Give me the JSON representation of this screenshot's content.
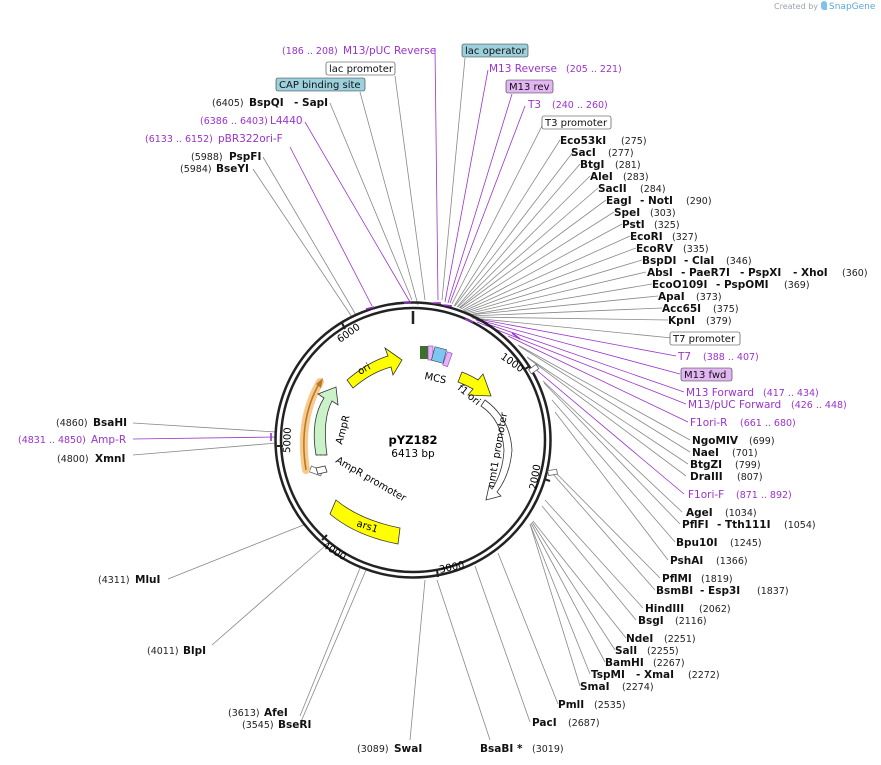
{
  "watermark": {
    "created_by": "Created by",
    "brand": "SnapGene"
  },
  "plasmid": {
    "name": "pYZ182",
    "size_label": "6413 bp"
  },
  "ticks": [
    "1000",
    "2000",
    "3000",
    "4000",
    "5000",
    "6000"
  ],
  "features": {
    "ori": "ori",
    "mcs": "MCS",
    "f1ori": "f1 ori",
    "nmt1": "nmt1 promoter",
    "ampr": "AmpR",
    "ampr_promoter": "AmpR promoter",
    "ars1": "ars1"
  },
  "colors": {
    "backbone": "#222222",
    "promoter_fill": "#ffffff",
    "yellow": "#ffff00",
    "ampr": "#c9f2c8",
    "purple_text": "#9a33cc",
    "box_blue": "#9bd0dc",
    "box_purple": "#e2b6f3",
    "orange_glow": "#f2a23a"
  },
  "labels": {
    "l_m13puc_rev": {
      "pos": "(186 .. 208)",
      "name": "M13/pUC Reverse"
    },
    "l_lac_operator": {
      "name": "lac operator"
    },
    "l_lac_promoter": {
      "name": "lac promoter"
    },
    "l_m13_reverse": {
      "name": "M13 Reverse",
      "pos": "(205 .. 221)"
    },
    "l_cap": {
      "name": "CAP binding site"
    },
    "l_m13_rev": {
      "name": "M13 rev"
    },
    "l_bspqi": {
      "pos": "(6405)",
      "name": "BspQI",
      "name2": "SapI"
    },
    "l_t3": {
      "name": "T3",
      "pos": "(240 .. 260)"
    },
    "l_l4440": {
      "pos": "(6386 .. 6403)",
      "name": "L4440"
    },
    "l_t3_promoter": {
      "name": "T3 promoter"
    },
    "l_eco53ki": {
      "name": "Eco53kI",
      "pos": "(275)"
    },
    "l_pbr322": {
      "pos": "(6133 .. 6152)",
      "name": "pBR322ori-F"
    },
    "l_saci": {
      "name": "SacI",
      "pos": "(277)"
    },
    "l_pspfi": {
      "pos": "(5988)",
      "name": "PspFI"
    },
    "l_btgi": {
      "name": "BtgI",
      "pos": "(281)"
    },
    "l_bseyi": {
      "pos": "(5984)",
      "name": "BseYI"
    },
    "l_alei": {
      "name": "AleI",
      "pos": "(283)"
    },
    "l_sacii": {
      "name": "SacII",
      "pos": "(284)"
    },
    "l_eagi": {
      "name": "EagI",
      "name2": "NotI",
      "pos": "(290)"
    },
    "l_spei": {
      "name": "SpeI",
      "pos": "(303)"
    },
    "l_psti": {
      "name": "PstI",
      "pos": "(325)"
    },
    "l_ecori": {
      "name": "EcoRI",
      "pos": "(327)"
    },
    "l_ecorv": {
      "name": "EcoRV",
      "pos": "(335)"
    },
    "l_bspdi": {
      "name": "BspDI",
      "name2": "ClaI",
      "pos": "(346)"
    },
    "l_absi": {
      "name": "AbsI",
      "name2": "PaeR7I",
      "name3": "PspXI",
      "name4": "XhoI",
      "pos": "(360)"
    },
    "l_ecoo109i": {
      "name": "EcoO109I",
      "name2": "PspOMI",
      "pos": "(369)"
    },
    "l_apai": {
      "name": "ApaI",
      "pos": "(373)"
    },
    "l_acc65i": {
      "name": "Acc65I",
      "pos": "(375)"
    },
    "l_kpni": {
      "name": "KpnI",
      "pos": "(379)"
    },
    "l_t7_promoter": {
      "name": "T7 promoter"
    },
    "l_t7": {
      "name": "T7",
      "pos": "(388 .. 407)"
    },
    "l_m13fwd": {
      "name": "M13 fwd"
    },
    "l_m13_forward": {
      "name": "M13 Forward",
      "pos": "(417 .. 434)"
    },
    "l_m13puc_fwd": {
      "name": "M13/pUC Forward",
      "pos": "(426 .. 448)"
    },
    "l_f1ori_r": {
      "name": "F1ori-R",
      "pos": "(661 .. 680)"
    },
    "l_bsahi": {
      "pos": "(4860)",
      "name": "BsaHI"
    },
    "l_ngomiv": {
      "name": "NgoMIV",
      "pos": "(699)"
    },
    "l_ampr_primer": {
      "pos": "(4831 .. 4850)",
      "name": "Amp-R"
    },
    "l_naei": {
      "name": "NaeI",
      "pos": "(701)"
    },
    "l_xmni": {
      "pos": "(4800)",
      "name": "XmnI"
    },
    "l_btgzi": {
      "name": "BtgZI",
      "pos": "(799)"
    },
    "l_draiii": {
      "name": "DraIII",
      "pos": "(807)"
    },
    "l_f1ori_f": {
      "name": "F1ori-F",
      "pos": "(871 .. 892)"
    },
    "l_agei": {
      "name": "AgeI",
      "pos": "(1034)"
    },
    "l_pflfi": {
      "name": "PflFI",
      "name2": "Tth111I",
      "pos": "(1054)"
    },
    "l_bpu10i": {
      "name": "Bpu10I",
      "pos": "(1245)"
    },
    "l_pshai": {
      "name": "PshAI",
      "pos": "(1366)"
    },
    "l_mlui": {
      "pos": "(4311)",
      "name": "MluI"
    },
    "l_pflmi": {
      "name": "PflMI",
      "pos": "(1819)"
    },
    "l_bsmbi": {
      "name": "BsmBI",
      "name2": "Esp3I",
      "pos": "(1837)"
    },
    "l_hindiii": {
      "name": "HindIII",
      "pos": "(2062)"
    },
    "l_bsgi": {
      "name": "BsgI",
      "pos": "(2116)"
    },
    "l_blpi": {
      "pos": "(4011)",
      "name": "BlpI"
    },
    "l_ndei": {
      "name": "NdeI",
      "pos": "(2251)"
    },
    "l_sali": {
      "name": "SalI",
      "pos": "(2255)"
    },
    "l_bamhi": {
      "name": "BamHI",
      "pos": "(2267)"
    },
    "l_tspmi": {
      "name": "TspMI",
      "name2": "XmaI",
      "pos": "(2272)"
    },
    "l_smai": {
      "name": "SmaI",
      "pos": "(2274)"
    },
    "l_pmli": {
      "name": "PmlI",
      "pos": "(2535)"
    },
    "l_afei": {
      "pos": "(3613)",
      "name": "AfeI"
    },
    "l_bseri": {
      "pos": "(3545)",
      "name": "BseRI"
    },
    "l_paci": {
      "name": "PacI",
      "pos": "(2687)"
    },
    "l_swai": {
      "pos": "(3089)",
      "name": "SwaI"
    },
    "l_bsabi": {
      "name": "BsaBI",
      "star": "*",
      "pos": "(3019)"
    }
  }
}
